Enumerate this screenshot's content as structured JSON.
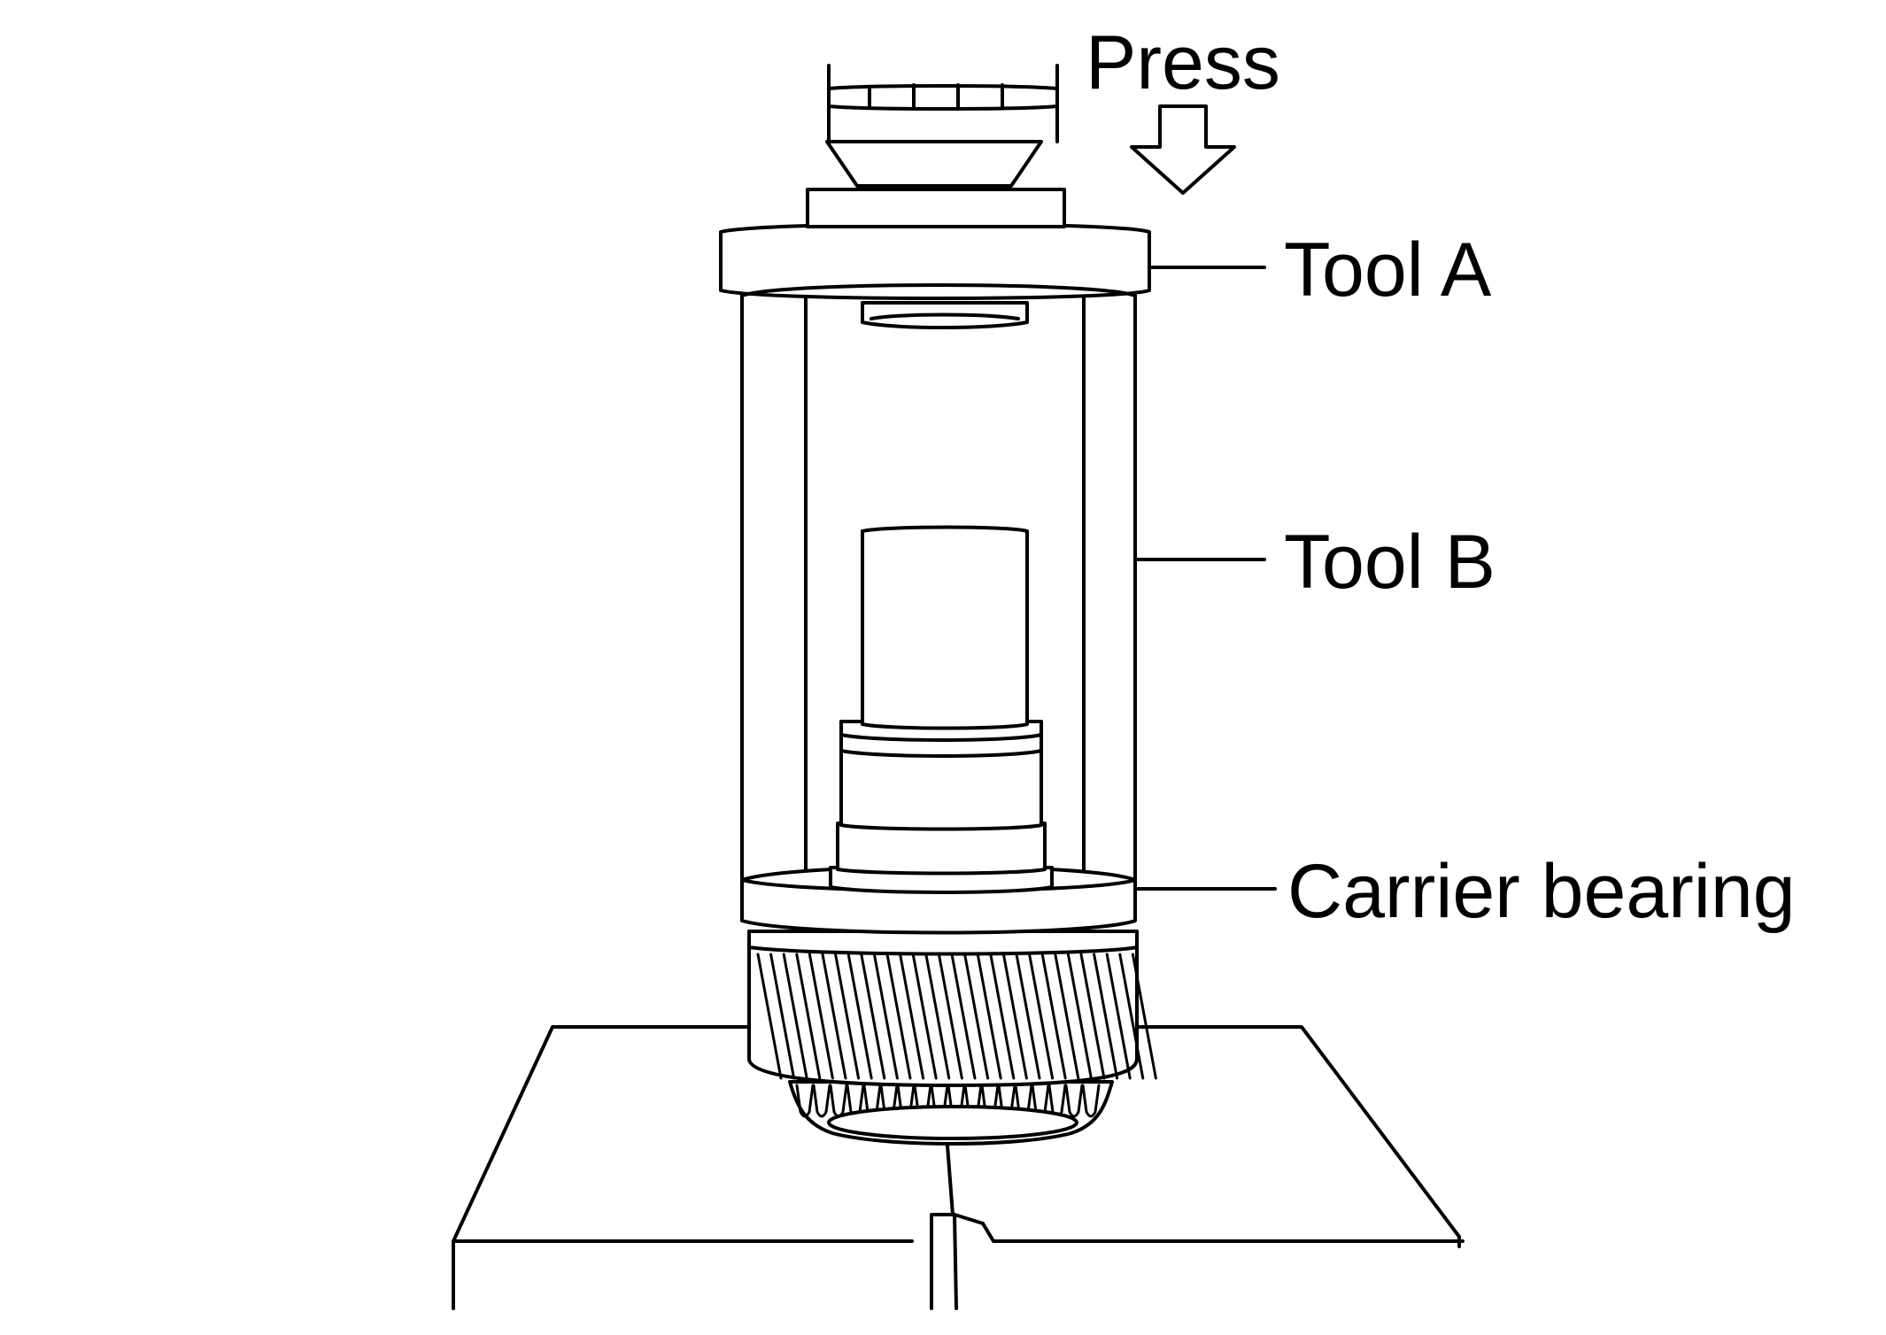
{
  "labels": {
    "press": "Press",
    "tool_a": "Tool A",
    "tool_b": "Tool B",
    "carrier_bearing": "Carrier bearing"
  },
  "icons": {
    "press_arrow": "down-arrow-icon"
  },
  "colors": {
    "line": "#000000",
    "background": "#ffffff"
  }
}
